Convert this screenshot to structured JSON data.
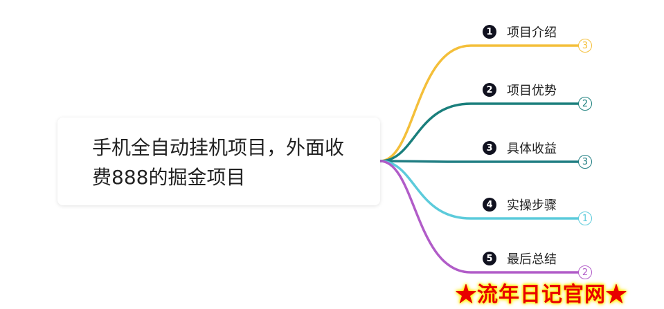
{
  "root": {
    "text": "手机全自动挂机项目，外面收费888的掘金项目"
  },
  "branches": [
    {
      "num": "1",
      "label": "项目介绍",
      "count": "3",
      "color": "#f4bf3a"
    },
    {
      "num": "2",
      "label": "项目优势",
      "count": "2",
      "color": "#1a7f7c"
    },
    {
      "num": "3",
      "label": "具体收益",
      "count": "3",
      "color": "#1f7d82"
    },
    {
      "num": "4",
      "label": "实操步骤",
      "count": "1",
      "color": "#5ccbdb"
    },
    {
      "num": "5",
      "label": "最后总结",
      "count": "2",
      "color": "#b15cc8"
    }
  ],
  "watermark": "★流年日记官网★"
}
